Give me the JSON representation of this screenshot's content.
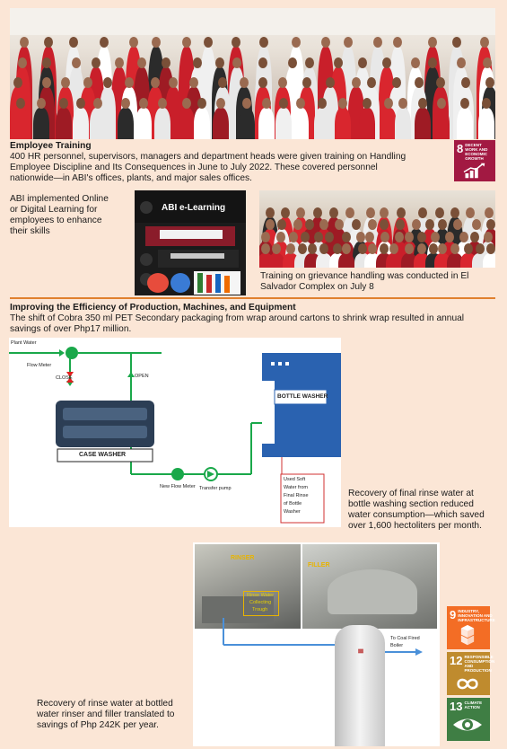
{
  "training": {
    "heading": "Employee Training",
    "body_line1": "400 HR personnel, supervisors, managers and department heads were given training on Handling",
    "body_line2": "Employee Discipline and Its Consequences in June to July 2022.  These covered personnel",
    "body_line3": "nationwide—in ABI's offices, plants, and major sales offices.",
    "online_line1": "ABI implemented Online",
    "online_line2": "or Digital Learning for",
    "online_line3": "employees to enhance",
    "online_line4": "their skills",
    "elearning_title": "ABI e-Learning",
    "grievance_line1": "Training on grievance handling was conducted in El",
    "grievance_line2": "Salvador Complex on July 8"
  },
  "sdg8": {
    "number": "8",
    "label": "DECENT WORK AND ECONOMIC GROWTH",
    "color": "#a21942"
  },
  "efficiency": {
    "heading": "Improving the Efficiency of Production, Machines, and Equipment",
    "body_line1": "The shift of Cobra 350 ml PET Secondary packaging from wrap around cartons to shrink wrap resulted in annual",
    "body_line2": "savings of over Php17 million."
  },
  "diagram": {
    "plant_water": "Plant Water",
    "flow_meter": "Flow Meter",
    "close": "CLOSE",
    "open": "OPEN",
    "case_washer": "CASE WASHER",
    "bottle_washer": "BOTTLE WASHER",
    "new_flow_meter": "New Flow Meter",
    "transfer_pump": "Transfer pump",
    "used_water_1": "Used Soft",
    "used_water_2": "Water from",
    "used_water_3": "Final Rinse",
    "used_water_4": "of Bottle",
    "used_water_5": "Washer"
  },
  "rinse_caption": {
    "line1": "Recovery of final rinse water at",
    "line2": "bottle washing section  reduced",
    "line3": "water consumption—which saved",
    "line4": "over 1,600 hectoliters per month."
  },
  "rinser_photo": {
    "rinser": "RINSER",
    "filler": "FILLER",
    "trough_1": "Rinse Water",
    "trough_2": "Collecting",
    "trough_3": "Trough",
    "boiler_1": "To Coal Fired",
    "boiler_2": "Boiler"
  },
  "bottom_caption": {
    "line1": "Recovery of rinse water at bottled",
    "line2": "water rinser and filler translated to",
    "line3": "savings of Php 242K per year."
  },
  "sdgs": [
    {
      "number": "9",
      "label": "INDUSTRY, INNOVATION AND INFRASTRUCTURE",
      "color": "#f36d25"
    },
    {
      "number": "12",
      "label": "RESPONSIBLE CONSUMPTION AND PRODUCTION",
      "color": "#bf8b2e"
    },
    {
      "number": "13",
      "label": "CLIMATE ACTION",
      "color": "#3f7e44"
    }
  ]
}
